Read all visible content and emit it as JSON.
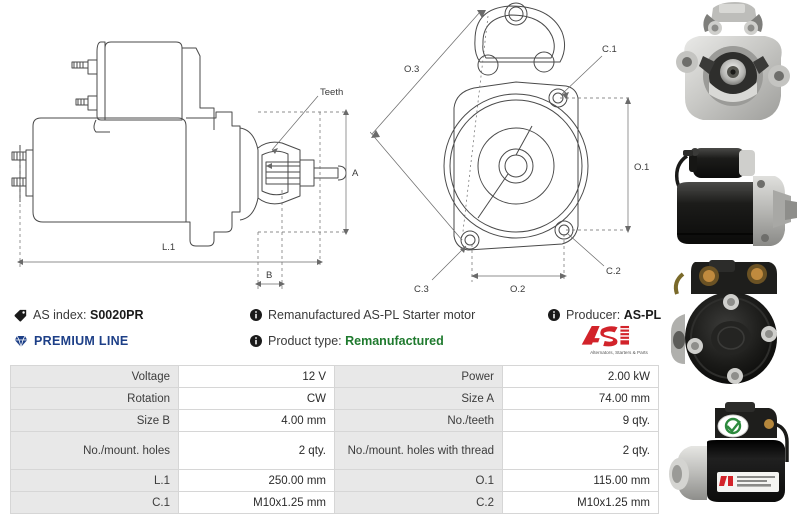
{
  "header": {
    "as_index_label": "AS index:",
    "as_index_value": "S0020PR",
    "premium_line": "PREMIUM LINE",
    "description": "Remanufactured AS-PL Starter motor",
    "product_type_label": "Product type:",
    "product_type_value": "Remanufactured",
    "producer_label": "Producer:",
    "producer_value": "AS-PL",
    "logo_text": "AS",
    "logo_tagline": "Alternators, Starters & Parts"
  },
  "drawings": {
    "side_view": {
      "labels": [
        "Teeth",
        "A",
        "B",
        "L.1"
      ]
    },
    "front_view": {
      "labels": [
        "O.3",
        "C.1",
        "O.1",
        "C.2",
        "C.3",
        "O.2"
      ]
    }
  },
  "spec_table": {
    "rows": [
      {
        "label_left": "Voltage",
        "value_left": "12 V",
        "label_right": "Power",
        "value_right": "2.00 kW"
      },
      {
        "label_left": "Rotation",
        "value_left": "CW",
        "label_right": "Size A",
        "value_right": "74.00 mm"
      },
      {
        "label_left": "Size B",
        "value_left": "4.00 mm",
        "label_right": "No./teeth",
        "value_right": "9 qty."
      },
      {
        "label_left": "No./mount. holes",
        "value_left": "2 qty.",
        "label_right": "No./mount. holes with thread",
        "value_right": "2 qty."
      },
      {
        "label_left": "L.1",
        "value_left": "250.00 mm",
        "label_right": "O.1",
        "value_right": "115.00 mm"
      },
      {
        "label_left": "C.1",
        "value_left": "M10x1.25 mm",
        "label_right": "C.2",
        "value_right": "M10x1.25 mm"
      }
    ]
  },
  "photos": [
    {
      "name": "starter-motor-front-view"
    },
    {
      "name": "starter-motor-side-view"
    },
    {
      "name": "starter-motor-solenoid-view"
    },
    {
      "name": "starter-motor-labeled-view"
    }
  ],
  "colors": {
    "premium": "#1d3f87",
    "green": "#1f7a2e",
    "logo_red": "#d2232a",
    "table_label_bg": "#e8e8e8"
  }
}
